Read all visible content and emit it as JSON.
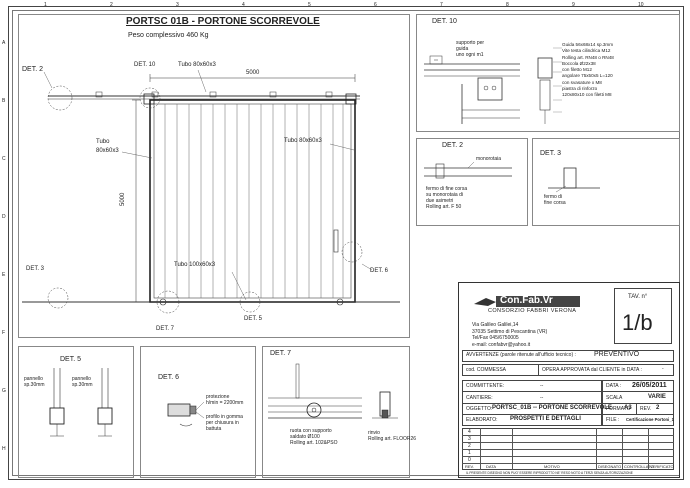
{
  "sheet": {
    "frame_numbers_top": [
      "1",
      "2",
      "3",
      "4",
      "5",
      "6",
      "7",
      "8",
      "9",
      "10"
    ],
    "frame_letters_side": [
      "A",
      "B",
      "C",
      "D",
      "E",
      "F",
      "G",
      "H"
    ]
  },
  "main": {
    "title": "PORTSC 01B - PORTONE SCORREVOLE",
    "subtitle": "Peso complessivo 460 Kg",
    "det2": "DET. 2",
    "det10": "DET. 10",
    "det3": "DET. 3",
    "det6": "DET. 6",
    "det7": "DET. 7",
    "det5": "DET. 5",
    "tube_top": "Tubo 80x60x3",
    "tube_left": "Tubo\n80x60x3",
    "tube_right": "Tubo 80x60x3",
    "tube_bottom": "Tubo 100x60x3",
    "dim_width": "5000",
    "dim_height": "5000"
  },
  "det10_panel": {
    "title": "DET. 10",
    "support_label": "supporto per\nguida\nuno ogni m1",
    "notes": [
      "Guida 56x68x14 sp.3mm",
      "Vite testa cilindrica M12",
      "Rolling art. RN48 o RN48",
      "Boccola Ø22x38",
      "con filetto M12",
      "angolare 75x50x5 L=120",
      "con svasature x M8",
      "piastra di rinforzo",
      "120x80x10 con filetti M8"
    ]
  },
  "det2_panel": {
    "title": "DET. 2",
    "label_rail": "monorotaia",
    "note": "fermo di fine corsa\nsu monorotaia di\ndue asimetri\nRolling art. F 50"
  },
  "det3_panel": {
    "title": "DET. 3",
    "note": "fermo di\nfine corsa"
  },
  "det5_panel": {
    "title": "DET. 5",
    "left_label": "pannello\nsp.30mm",
    "right_label": "pannello\nsp.30mm"
  },
  "det6_panel": {
    "title": "DET. 6",
    "note_top": "protezione\nh/min = 2200mm",
    "note_bottom": "profilo in gomma\nper chiusura in\nbattuta"
  },
  "det7_panel": {
    "title": "DET. 7",
    "wheel_note": "ruota con supporto\nsaldato Ø100\nRolling art. 102&PSO",
    "guide_note": "rinvio\nRolling art. FLOOR26"
  },
  "titleblock": {
    "logo_text": "Con.Fab.Vr",
    "logo_sub": "CONSORZIO FABBRI VERONA",
    "address": [
      "Via Galileo Galilei,14",
      "37035 Settimo di Pescantina (VR)",
      "Tel/Fax 045/6750005",
      "e-mail: confabvr@yahoo.it"
    ],
    "tav_label": "TAV. n°",
    "tav_value": "1/b",
    "notice": "AVVERTENZE (parole ritenute all'ufficio tecnico) :",
    "notice_value": "PREVENTIVO",
    "cod_commessa": "cod. COMMESSA",
    "opera_label": "OPERA APPROVATA dal CLIENTE in DATA :",
    "opera_value": "-",
    "committente_label": "COMMITTENTE:",
    "committente_value": "--",
    "cantiere_label": "CANTIERE:",
    "cantiere_value": "--",
    "oggetto_label": "OGGETTO:",
    "oggetto_value": "PORTSC_01B -- PORTONE SCORREVOLE",
    "elaborato_label": "ELABORATO:",
    "elaborato_value": "PROSPETTI E DETTAGLI",
    "data_label": "DATA :",
    "data_value": "26/05/2011",
    "scala_label": "SCALA",
    "scala_value": "VARIE",
    "formato_label": "FORMATO",
    "formato_value": "A3",
    "rev_label": "REV.",
    "rev_value": "2",
    "file_label": "FILE :",
    "file_value": "Certificazione Portoni_1",
    "rev_rows": [
      "4",
      "3",
      "2",
      "1",
      "0"
    ],
    "rev_headers": [
      "REV.",
      "DATA",
      "MOTIVO",
      "DISEGNATO",
      "CONTROLLATO",
      "VERIFICATO"
    ],
    "footer": "IL PRESENTE DISEGNO NON PUO' ESSERE RIPRODOTTO NE' RESO NOTO A TERZI SENZA AUTORIZZAZIONE"
  }
}
